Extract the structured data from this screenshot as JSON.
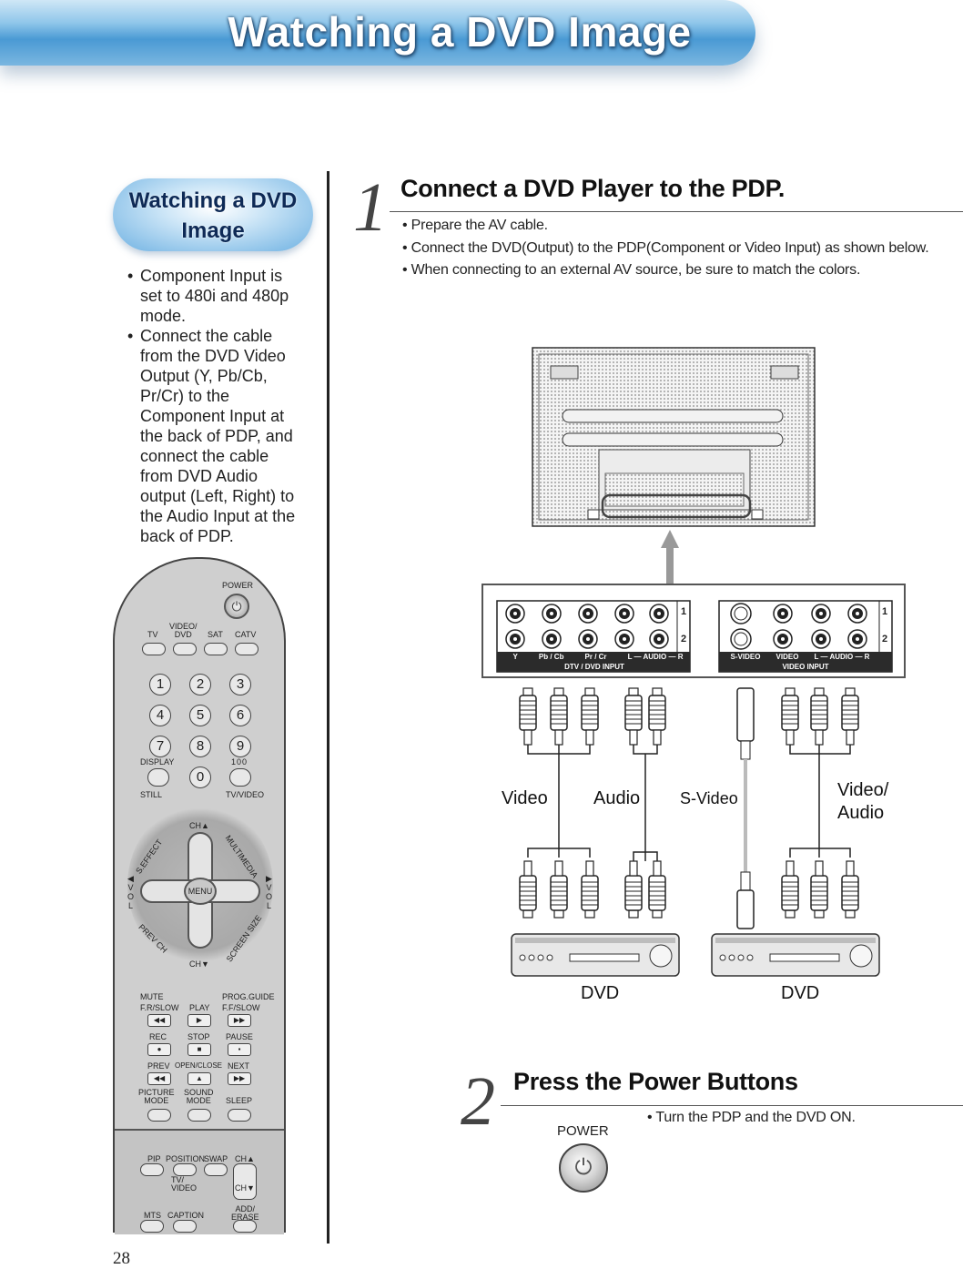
{
  "header": {
    "title": "Watching a DVD Image"
  },
  "sidebar": {
    "title_line1": "Watching a DVD",
    "title_line2": "Image",
    "notes": [
      "Component Input is set to 480i and 480p mode.",
      "Connect the cable from the DVD Video Output (Y, Pb/Cb, Pr/Cr) to the Component Input at the back of PDP, and connect the cable from DVD Audio output (Left, Right) to the Audio Input at the back of PDP."
    ]
  },
  "remote": {
    "power": "POWER",
    "src": [
      "TV",
      "VIDEO/\nDVD",
      "SAT",
      "CATV"
    ],
    "nums": [
      "1",
      "2",
      "3",
      "4",
      "5",
      "6",
      "7",
      "8",
      "9",
      "0"
    ],
    "display": "DISPLAY",
    "hundred": "100",
    "still": "STILL",
    "tvvideo": "TV/VIDEO",
    "ch_up": "CH▲",
    "ch_down": "CH▼",
    "menu": "MENU",
    "seffect": "S.EFFECT",
    "multimedia": "MULTIMEDIA",
    "prevch": "PREV CH",
    "screensize": "SCREEN SIZE",
    "vol_left": "◀\nV\nO\nL",
    "vol_right": "▶\nV\nO\nL",
    "mute": "MUTE",
    "progguide": "PROG.GUIDE",
    "frslow": "F.R/SLOW",
    "play": "PLAY",
    "ffslow": "F.F/SLOW",
    "rec": "REC",
    "stop": "STOP",
    "pause": "PAUSE",
    "prev": "PREV",
    "openclose": "OPEN/CLOSE",
    "next": "NEXT",
    "picturemode": "PICTURE\nMODE",
    "soundmode": "SOUND\nMODE",
    "sleep": "SLEEP",
    "pip": "PIP",
    "position": "POSITION",
    "swap": "SWAP",
    "pip_chup": "CH▲",
    "pip_tvvideo": "TV/\nVIDEO",
    "pip_chdown": "CH▼",
    "mts": "MTS",
    "caption": "CAPTION",
    "adderase": "ADD/\nERASE"
  },
  "step1": {
    "number": "1",
    "title": "Connect a DVD Player to the PDP.",
    "items": [
      "Prepare the AV cable.",
      "Connect the DVD(Output) to the PDP(Component or Video Input) as shown below.",
      "When connecting to an external AV source, be sure to match the colors."
    ]
  },
  "diagram": {
    "panel_left_labels": [
      "Y",
      "Pb / Cb",
      "Pr / Cr",
      "L — AUDIO — R"
    ],
    "panel_left_caption": "DTV / DVD INPUT",
    "panel_right_labels": [
      "S-VIDEO",
      "VIDEO",
      "L — AUDIO — R"
    ],
    "panel_right_caption": "VIDEO INPUT",
    "row_labels": [
      "1",
      "2"
    ],
    "cable_labels": {
      "video": "Video",
      "audio": "Audio",
      "svideo": "S-Video",
      "videoaudio": "Video/\nAudio"
    },
    "device_labels": [
      "DVD",
      "DVD"
    ]
  },
  "step2": {
    "number": "2",
    "title": "Press the Power Buttons",
    "power_label": "POWER",
    "note": "Turn the PDP and the DVD ON."
  },
  "footer": {
    "page": "28"
  }
}
